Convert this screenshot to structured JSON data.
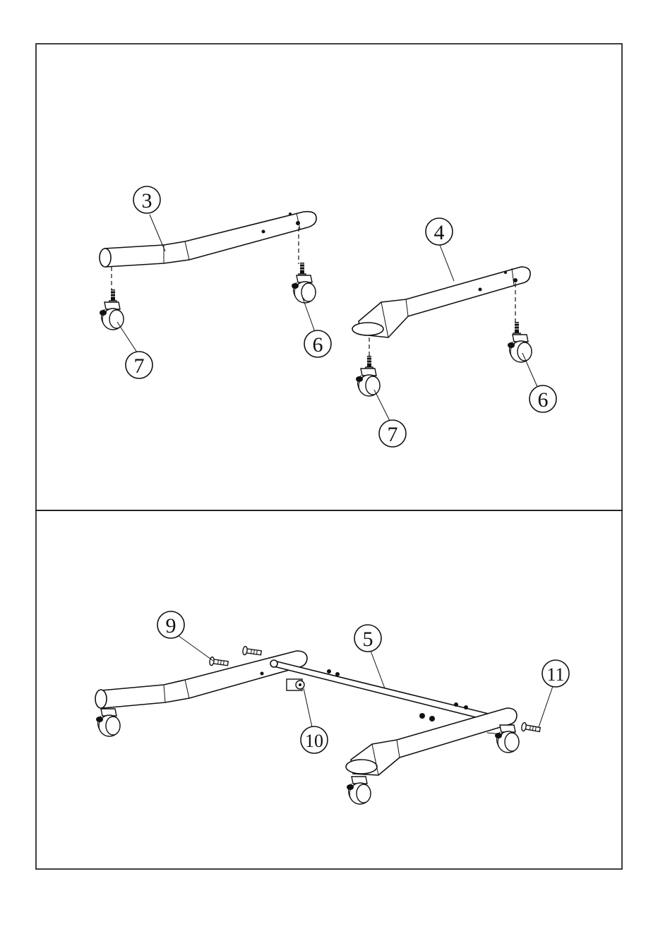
{
  "diagram": {
    "steps": [
      {
        "id": "step-1",
        "callouts": [
          {
            "part": "3"
          },
          {
            "part": "4"
          },
          {
            "part": "6"
          },
          {
            "part": "7"
          },
          {
            "part": "6"
          },
          {
            "part": "7"
          }
        ]
      },
      {
        "id": "step-2",
        "callouts": [
          {
            "part": "9"
          },
          {
            "part": "5"
          },
          {
            "part": "10"
          },
          {
            "part": "11"
          }
        ]
      }
    ],
    "colors": {
      "line": "#111111",
      "background": "#ffffff"
    }
  }
}
